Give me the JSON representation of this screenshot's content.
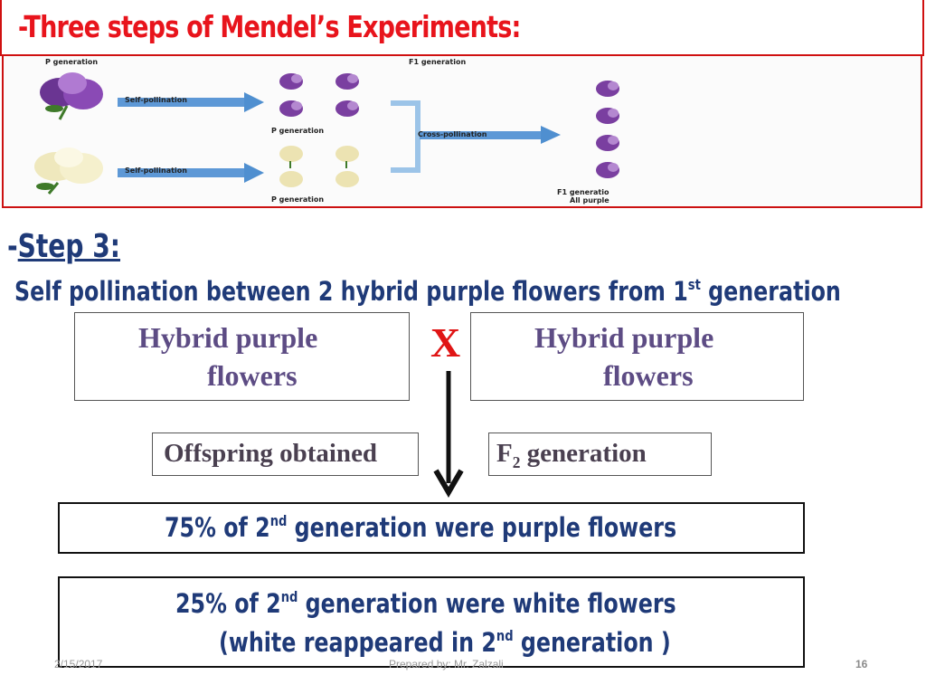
{
  "title": "-Three steps of Mendel’s Experiments:",
  "illustration": {
    "p_generation_header": "P generation",
    "f1_generation_header": "F1 generation",
    "self_pollination_label": "Self-pollination",
    "p_generation_label": "P generation",
    "cross_pollination_label": "Cross-pollination",
    "f1_caption_line1": "F1 generatio",
    "f1_caption_line2": "All purple",
    "colors": {
      "purple_flower": "#7a3fa0",
      "white_flower": "#f1ecc2",
      "leaf": "#3f7a2a",
      "arrow": "#4f8fd0",
      "bracket": "#9cc4e8"
    }
  },
  "step3": {
    "dash": "-",
    "heading": "Step 3:",
    "description_prefix": "Self pollination  between 2 hybrid  purple flowers from 1",
    "description_sup": "st",
    "description_suffix": " generation"
  },
  "cross": {
    "left_line1": "Hybrid purple",
    "left_line2": "flowers",
    "symbol": "X",
    "right_line1": "Hybrid purple",
    "right_line2": "flowers"
  },
  "offspring_label": "Offspring obtained",
  "f2_label_prefix": "F",
  "f2_label_sub": "2",
  "f2_label_suffix": " generation",
  "results": {
    "purple_prefix": "75% of 2",
    "purple_sup": "nd",
    "purple_suffix": "  generation  were purple flowers",
    "white_prefix": "25% of 2",
    "white_sup": "nd",
    "white_suffix": " generation  were white flowers",
    "white_note_prefix": "(white reappeared in 2",
    "white_note_sup": "nd",
    "white_note_suffix": " generation )"
  },
  "footer": {
    "date": "2/15/2017",
    "prepared_by": "Prepared by: Mr. Zalzali",
    "page": "16"
  }
}
